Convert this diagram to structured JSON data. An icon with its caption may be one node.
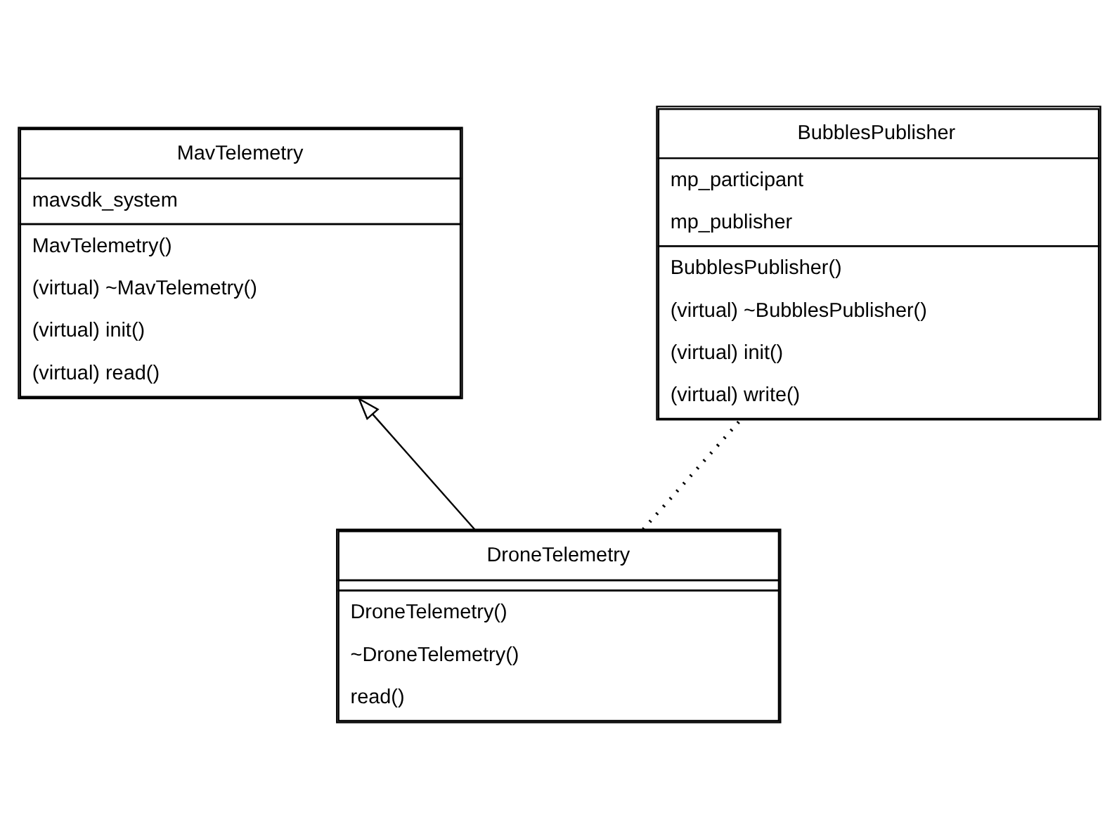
{
  "diagram": {
    "nodes": [
      {
        "text": [
          "MavTelemetry",
          "mavsdk_system",
          "MavTelemetry()",
          "(virtual) ~MavTelemetry()",
          "(virtual) init()",
          "(virtual) read()"
        ]
      },
      {
        "text": [
          "DroneTelemetry",
          "DroneTelemetry()",
          "~DroneTelemetry()",
          "read()"
        ]
      },
      {
        "text": [
          "BubblesPublisher",
          "mp_participant",
          "mp_publisher",
          "BubblesPublisher()",
          "(virtual) ~BubblesPublisher()",
          "(virtual) init()",
          "(virtual) write()"
        ]
      }
    ],
    "edges": [
      {
        "from": 1,
        "to": 0,
        "arrow": "to"
      },
      {
        "from": 1,
        "to": 2,
        "arrow": "none",
        "style": "dashed"
      }
    ]
  }
}
